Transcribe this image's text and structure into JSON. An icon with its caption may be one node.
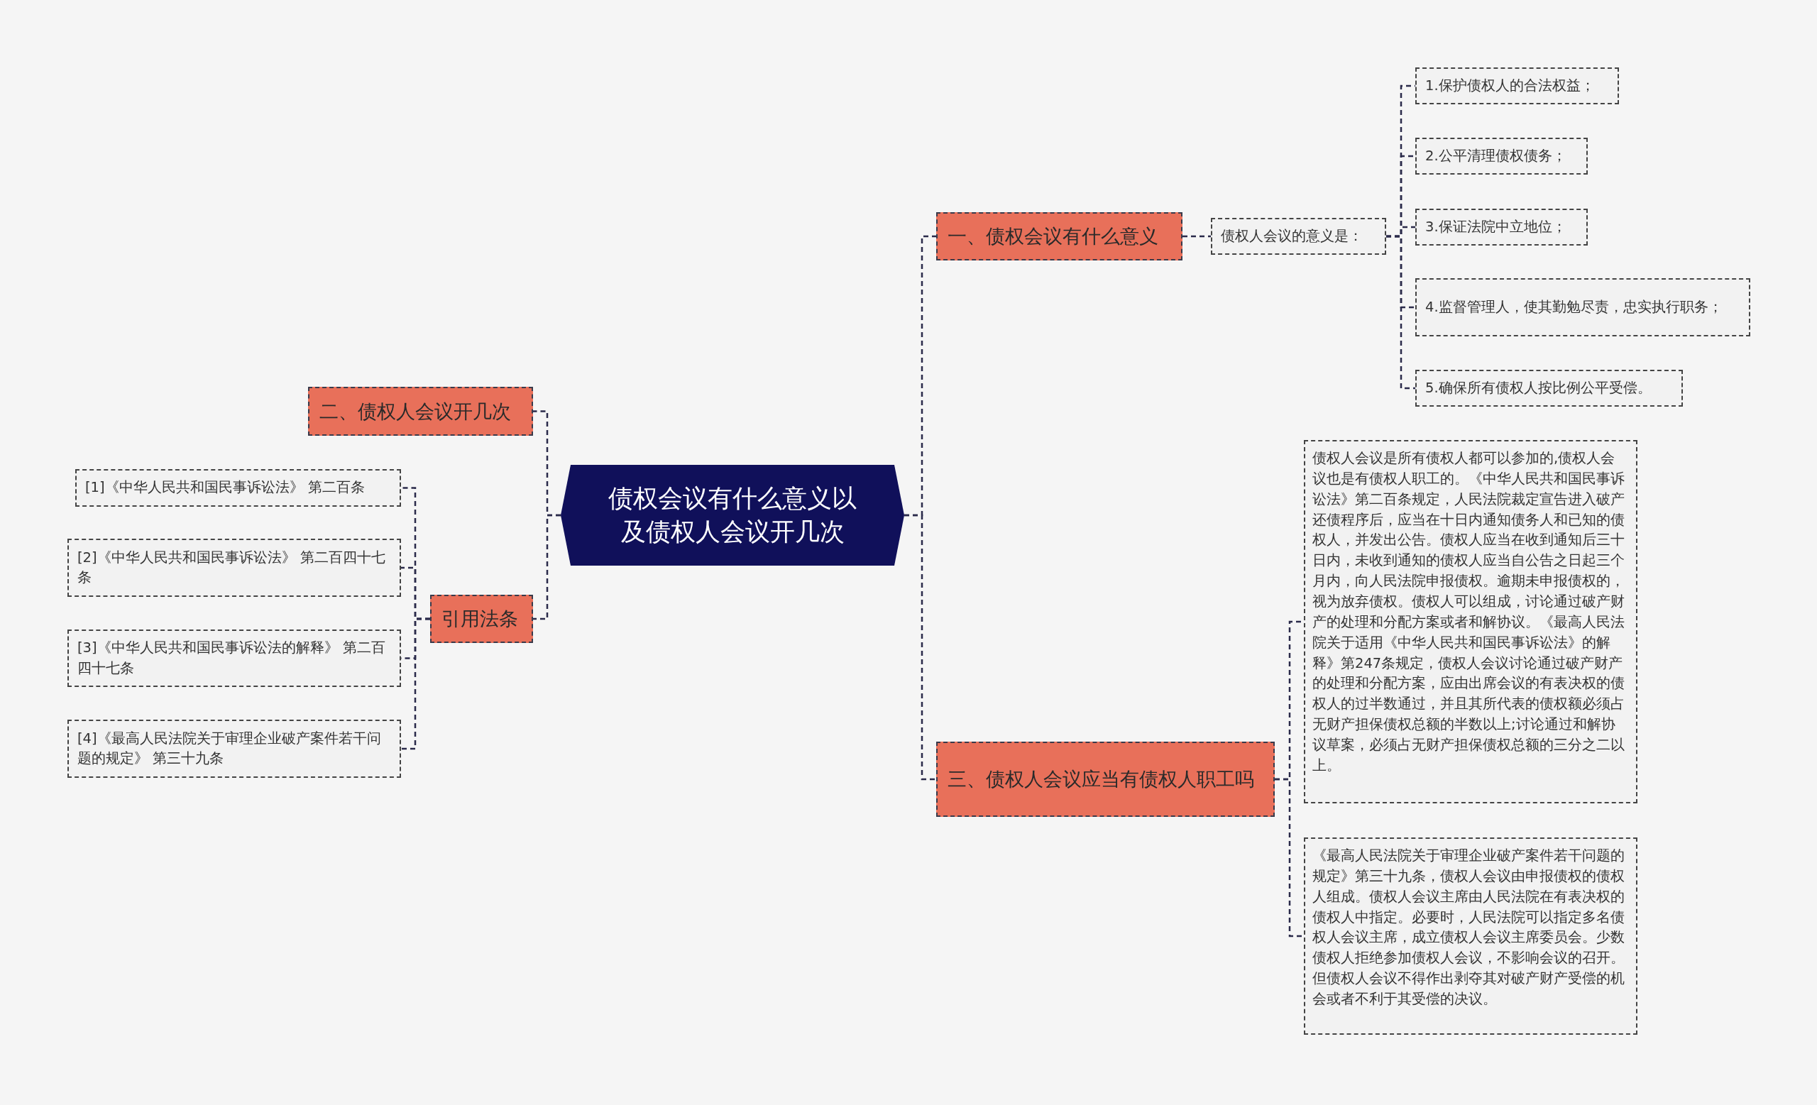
{
  "diagram": {
    "nodes": [
      {
        "text": [
          "债权会议有什么意义以及债权人会议开几次"
        ]
      },
      {
        "text": [
          "一、债权会议有什么意义"
        ]
      },
      {
        "text": [
          "债权人会议的意义是："
        ]
      },
      {
        "text": [
          "1.保护债权人的合法权益；"
        ]
      },
      {
        "text": [
          "2.公平清理债权债务；"
        ]
      },
      {
        "text": [
          "3.保证法院中立地位；"
        ]
      },
      {
        "text": [
          "4.监督管理人，使其勤勉尽责，忠实执行职务；"
        ]
      },
      {
        "text": [
          "5.确保所有债权人按比例公平受偿。"
        ]
      },
      {
        "text": [
          "三、债权人会议应当有债权人职工吗"
        ]
      },
      {
        "text": [
          "债权人会议是所有债权人都可以参加的,债权人会议也是有债权人职工的。《中华人民共和国民事诉讼法》第二百条规定，人民法院裁定宣告进入破产还债程序后，应当在十日内通知债务人和已知的债权人，并发出公告。债权人应当在收到通知后三十日内，未收到通知的债权人应当自公告之日起三个月内，向人民法院申报债权。逾期未申报债权的，视为放弃债权。债权人可以组成，讨论通过破产财产的处理和分配方案或者和解协议。《最高人民法院关于适用《中华人民共和国民事诉讼法》的解释》第247条规定，债权人会议讨论通过破产财产的处理和分配方案，应由出席会议的有表决权的债权人的过半数通过，并且其所代表的债权额必须占无财产担保债权总额的半数以上;讨论通过和解协议草案，必须占无财产担保债权总额的三分之二以上。"
        ]
      },
      {
        "text": [
          "《最高人民法院关于审理企业破产案件若干问题的规定》第三十九条，债权人会议由申报债权的债权人组成。债权人会议主席由人民法院在有表决权的债权人中指定。必要时，人民法院可以指定多名债权人会议主席，成立债权人会议主席委员会。少数债权人拒绝参加债权人会议，不影响会议的召开。但债权人会议不得作出剥夺其对破产财产受偿的机会或者不利于其受偿的决议。"
        ]
      },
      {
        "text": [
          "二、债权人会议开几次"
        ]
      },
      {
        "text": [
          "引用法条"
        ]
      },
      {
        "text": [
          "[1]《中华人民共和国民事诉讼法》 第二百条"
        ]
      },
      {
        "text": [
          "[2]《中华人民共和国民事诉讼法》 第二百四十七条"
        ]
      },
      {
        "text": [
          "[3]《中华人民共和国民事诉讼法的解释》 第二百四十七条"
        ]
      },
      {
        "text": [
          "[4]《最高人民法院关于审理企业破产案件若干问题的规定》 第三十九条"
        ]
      }
    ],
    "edges": [
      {
        "from": 0,
        "to": 1,
        "arrow": "none"
      },
      {
        "from": 1,
        "to": 2,
        "arrow": "none"
      },
      {
        "from": 2,
        "to": 3,
        "arrow": "none"
      },
      {
        "from": 2,
        "to": 4,
        "arrow": "none"
      },
      {
        "from": 2,
        "to": 5,
        "arrow": "none"
      },
      {
        "from": 2,
        "to": 6,
        "arrow": "none"
      },
      {
        "from": 2,
        "to": 7,
        "arrow": "none"
      },
      {
        "from": 0,
        "to": 8,
        "arrow": "none"
      },
      {
        "from": 8,
        "to": 9,
        "arrow": "none"
      },
      {
        "from": 8,
        "to": 10,
        "arrow": "none"
      },
      {
        "from": 0,
        "to": 11,
        "arrow": "none"
      },
      {
        "from": 0,
        "to": 12,
        "arrow": "none"
      },
      {
        "from": 12,
        "to": 13,
        "arrow": "none"
      },
      {
        "from": 12,
        "to": 14,
        "arrow": "none"
      },
      {
        "from": 12,
        "to": 15,
        "arrow": "none"
      },
      {
        "from": 12,
        "to": 16,
        "arrow": "none"
      }
    ]
  }
}
